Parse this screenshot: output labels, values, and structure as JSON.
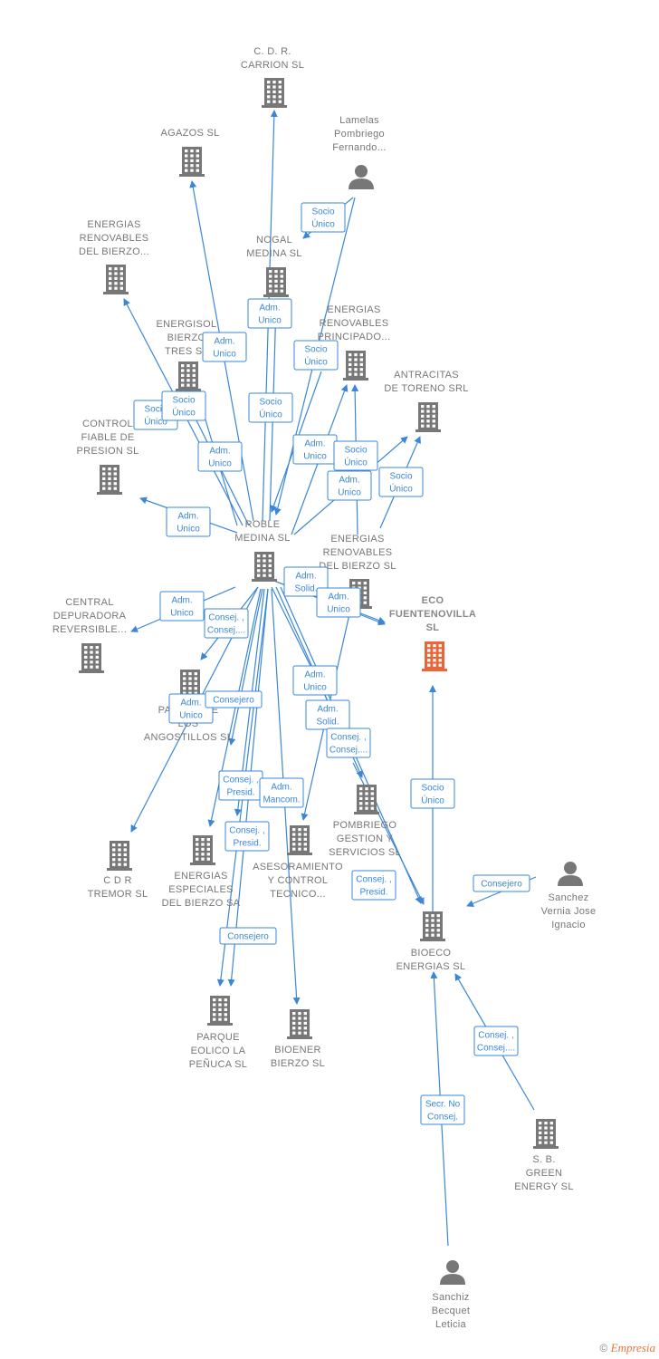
{
  "nodes": {
    "cdr_carrion": {
      "label": [
        "C.  D. R.",
        "CARRION  SL"
      ],
      "type": "company"
    },
    "agazos": {
      "label": [
        "AGAZOS SL"
      ],
      "type": "company"
    },
    "lamelas": {
      "label": [
        "Lamelas",
        "Pombriego",
        "Fernando..."
      ],
      "type": "person"
    },
    "erb_top": {
      "label": [
        "ENERGIAS",
        "RENOVABLES",
        "DEL BIERZO..."
      ],
      "type": "company"
    },
    "nogal": {
      "label": [
        "NOGAL",
        "MEDINA SL"
      ],
      "type": "company"
    },
    "energisol": {
      "label": [
        "ENERGISOL",
        "BIERZO",
        "TRES SL"
      ],
      "type": "company"
    },
    "erp": {
      "label": [
        "ENERGIAS",
        "RENOVABLES",
        "PRINCIPADO..."
      ],
      "type": "company"
    },
    "antracitas": {
      "label": [
        "ANTRACITAS",
        "DE TORENO SRL"
      ],
      "type": "company"
    },
    "control": {
      "label": [
        "CONTROL",
        "FIABLE DE",
        "PRESION SL"
      ],
      "type": "company"
    },
    "roble": {
      "label": [
        "ROBLE",
        "MEDINA SL"
      ],
      "type": "company"
    },
    "erb_sl": {
      "label": [
        "ENERGIAS",
        "RENOVABLES",
        "DEL BIERZO SL"
      ],
      "type": "company"
    },
    "eco": {
      "label": [
        "ECO",
        "FUENTENOVILLA",
        "SL"
      ],
      "type": "focus"
    },
    "central": {
      "label": [
        "CENTRAL",
        "DEPURADORA",
        "REVERSIBLE..."
      ],
      "type": "company"
    },
    "parque_angostillos": {
      "label": [
        "PARQUE DE",
        "LOS",
        "ANGOSTILLOS SL"
      ],
      "type": "company"
    },
    "cdr_tremor": {
      "label": [
        "C D R",
        "TREMOR SL"
      ],
      "type": "company"
    },
    "energias_especiales": {
      "label": [
        "ENERGIAS",
        "ESPECIALES",
        "DEL BIERZO SA"
      ],
      "type": "company"
    },
    "asesoramiento": {
      "label": [
        "ASESORAMIENTO",
        "Y CONTROL",
        "TECNICO..."
      ],
      "type": "company"
    },
    "pombriego": {
      "label": [
        "POMBRIEGO",
        "GESTION Y",
        "SERVICIOS  SL"
      ],
      "type": "company"
    },
    "sanchez_vernia": {
      "label": [
        "Sanchez",
        "Vernia Jose",
        "Ignacio"
      ],
      "type": "person"
    },
    "bioeco": {
      "label": [
        "BIOECO",
        "ENERGIAS SL"
      ],
      "type": "company"
    },
    "parque_penuca": {
      "label": [
        "PARQUE",
        "EOLICO LA",
        "PEÑUCA SL"
      ],
      "type": "company"
    },
    "bioener": {
      "label": [
        "BIOENER",
        "BIERZO SL"
      ],
      "type": "company"
    },
    "sb_green": {
      "label": [
        "S. B.",
        "GREEN",
        "ENERGY  SL"
      ],
      "type": "company"
    },
    "sanchiz": {
      "label": [
        "Sanchiz",
        "Becquet",
        "Leticia"
      ],
      "type": "person"
    }
  },
  "edge_labels": [
    [
      "Socio",
      "Único"
    ],
    [
      "Adm.",
      "Unico"
    ],
    [
      "Adm.",
      "Unico"
    ],
    [
      "Socio",
      "Único"
    ],
    [
      "Socio",
      "Único"
    ],
    [
      "Adm.",
      "Unico"
    ],
    [
      "Adm.",
      "Unico"
    ],
    [
      "Adm.",
      "Unico"
    ],
    [
      "Adm.",
      "Unico"
    ],
    [
      "Socio",
      "Único"
    ],
    [
      "Adm.",
      "Unico"
    ],
    [
      "Socio",
      "Único"
    ],
    [
      "Adm.",
      "Unico"
    ],
    [
      "Adm.",
      "Solid."
    ],
    [
      "Adm.",
      "Unico"
    ],
    [
      "Adm.",
      "Unico"
    ],
    [
      "Consej. ,",
      "Consej...."
    ],
    [
      "Adm.",
      "Unico"
    ],
    [
      "Consejero"
    ],
    [
      "Adm.",
      "Unico"
    ],
    [
      "Adm.",
      "Solid."
    ],
    [
      "Consej. ,",
      "Consej...."
    ],
    [
      "Consej. ,",
      "Presid."
    ],
    [
      "Adm.",
      "Mancom."
    ],
    [
      "Consej. ,",
      "Presid."
    ],
    [
      "Socio",
      "Único"
    ],
    [
      "Consej. ,",
      "Presid."
    ],
    [
      "Consejero"
    ],
    [
      "Consejero"
    ],
    [
      "Consej. ,",
      "Consej...."
    ],
    [
      "Secr.  No",
      "Consej."
    ]
  ],
  "colors": {
    "edge": "#3a87d6",
    "node": "#777777",
    "focus": "#e8673a"
  },
  "icons": {
    "company": "building-icon",
    "person": "person-icon"
  },
  "footer": {
    "copyright": "©",
    "brand": "Empresia"
  }
}
